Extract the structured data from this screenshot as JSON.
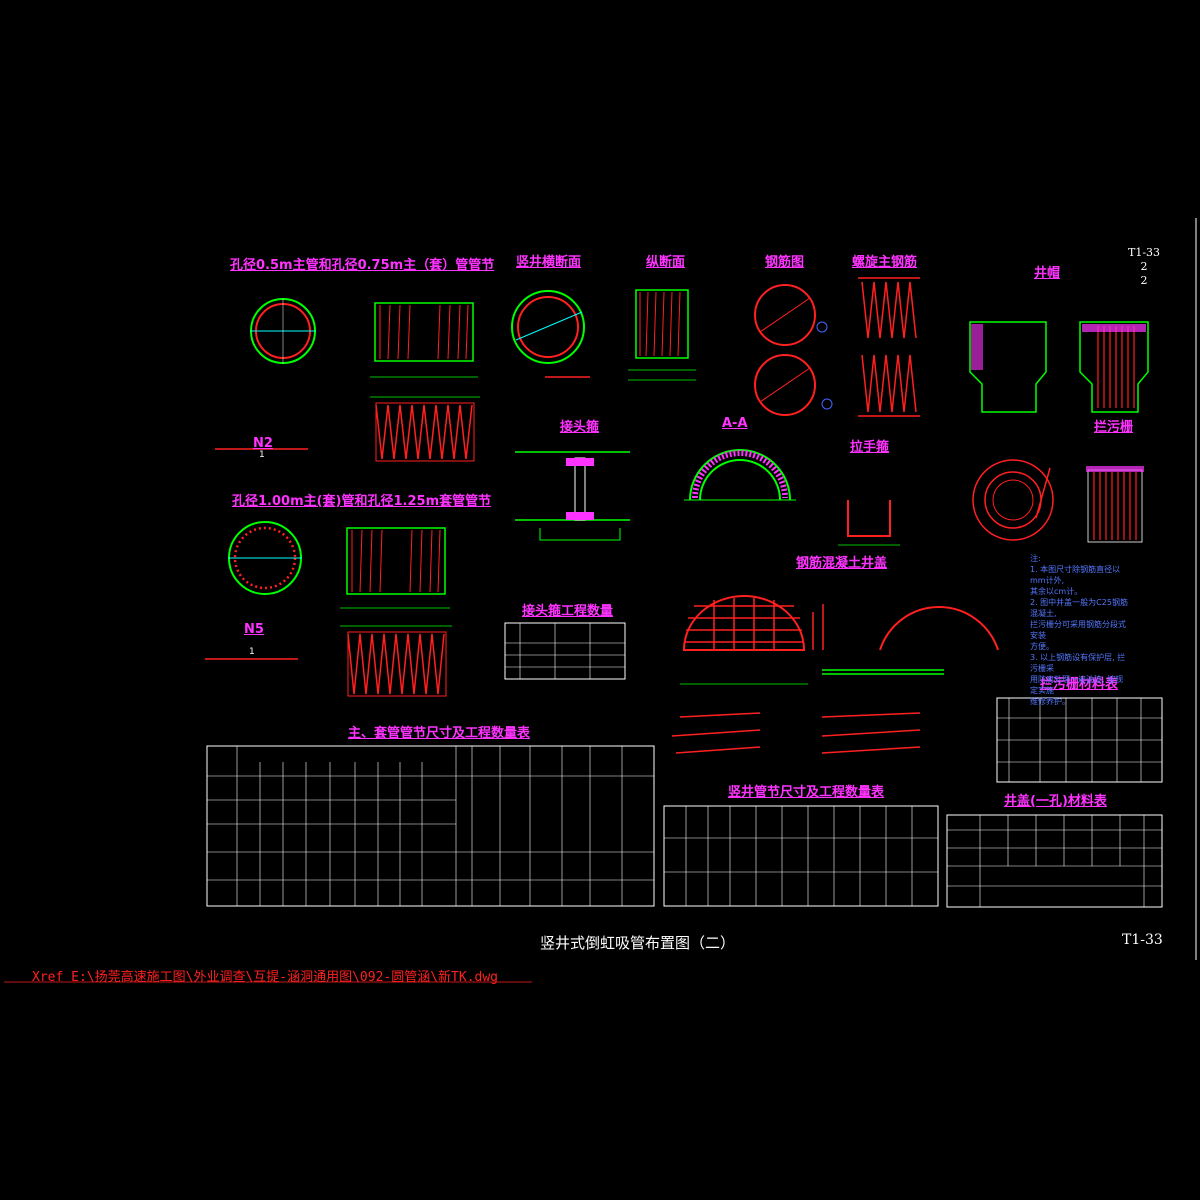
{
  "drawing": {
    "title": "竖井式倒虹吸管布置图（二）",
    "sheet_number": "T1-33",
    "sheet_number_top": "T1-33",
    "sheet_page_a": "2",
    "sheet_page_b": "2",
    "xref_path": "Xref E:\\扬莞高速施工图\\外业调查\\互提-涵洞通用图\\092-圆管涵\\新TK.dwg"
  },
  "sections": {
    "pipe_05_075": "孔径0.5m主管和孔径0.75m主（套）管管节",
    "pipe_100_125": "孔径1.00m主(套)管和孔径1.25m套管管节",
    "shaft_cross": "竖井横断面",
    "longitudinal": "纵断面",
    "rebar_ring": "钢筋图",
    "spiral_rebar": "螺旋主钢筋",
    "well_cap": "井帽",
    "joint": "接头箍",
    "section_aa": "A-A",
    "handle": "拉手箍",
    "trash_rack": "拦污栅",
    "rc_cover": "钢筋混凝土井盖",
    "n2": "N2",
    "n5": "N5",
    "n_sub": "1"
  },
  "tables": {
    "joint_qty_title": "接头箍工程数量",
    "main_pipe_title": "主、套管管节尺寸及工程数量表",
    "shaft_pipe_title": "竖井管节尺寸及工程数量表",
    "trash_rack_title": "拦污栅材料表",
    "well_cap_title": "井盖(一孔)材料表"
  },
  "notes": {
    "label": "注:",
    "lines": [
      "1. 本图尺寸除钢筋直径以mm计外,",
      "   其余以cm计。",
      "2. 图中井盖一般为C25钢筋混凝土,",
      "   拦污栅分可采用钢筋分段式安装",
      "   方便。",
      "3. 以上钢筋设有保护层, 拦污栅采",
      "   用防腐处理一遍油漆, 按规定实施",
      "   维修养护。"
    ]
  },
  "colors": {
    "green": "#00ff00",
    "red": "#ff2020",
    "magenta": "#ff33ff",
    "cyan": "#00ffff",
    "white": "#ffffff",
    "blue": "#4466ff",
    "yellow": "#ffff00"
  }
}
